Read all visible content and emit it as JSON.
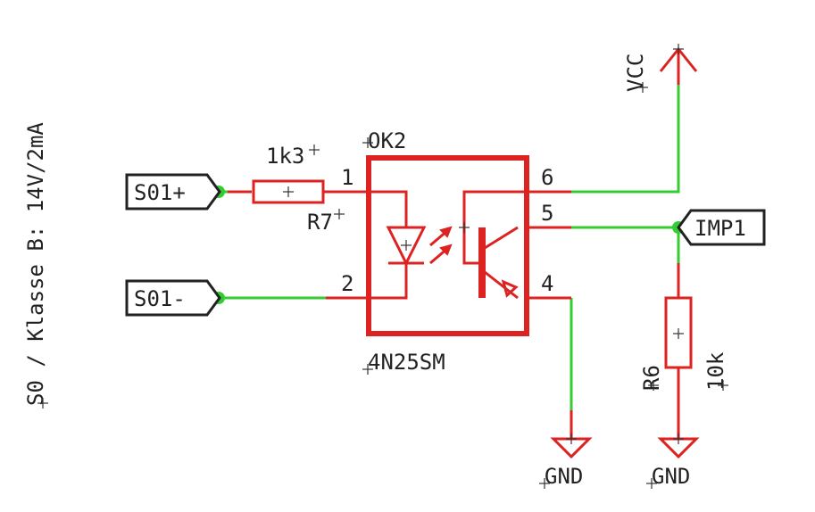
{
  "sidebar_note": "S0 / Klasse B: 14V/2mA",
  "ports": {
    "s01_plus": "S01+",
    "s01_minus": "S01-",
    "imp1": "IMP1"
  },
  "supply": {
    "vcc": "VCC",
    "gnd_left": "GND",
    "gnd_right": "GND"
  },
  "r7": {
    "name": "R7",
    "value": "1k3"
  },
  "r6": {
    "name": "R6",
    "value": "10k"
  },
  "optocoupler": {
    "name": "OK2",
    "part": "4N25SM",
    "pins": [
      "1",
      "2",
      "6",
      "5",
      "4"
    ]
  },
  "colors": {
    "net": "#33cc33",
    "component": "#dd2222",
    "junction": "#33cc33",
    "text": "#222222"
  }
}
